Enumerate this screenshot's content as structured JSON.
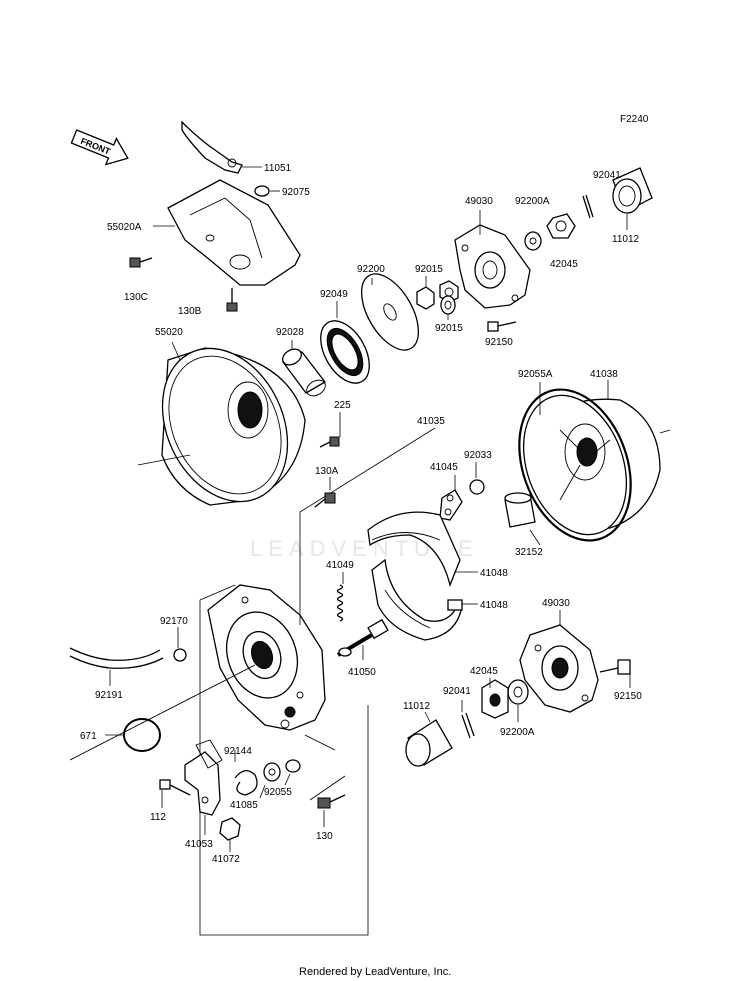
{
  "figure_code": "F2240",
  "front_label": "FRONT",
  "watermark": "LEADVENTURE",
  "footer": "Rendered by LeadVenture, Inc.",
  "labels": {
    "p11051": "11051",
    "p92075": "92075",
    "p55020A": "55020A",
    "p130C": "130C",
    "p130B": "130B",
    "p92041_top": "92041",
    "p49030_top": "49030",
    "p92200A_top": "92200A",
    "p11012_top": "11012",
    "p42045_top": "42045",
    "p92200": "92200",
    "p92015_a": "92015",
    "p92049": "92049",
    "p92015_b": "92015",
    "p92150_top": "92150",
    "p55020": "55020",
    "p92028": "92028",
    "p92055A": "92055A",
    "p41038": "41038",
    "p225": "225",
    "p41035": "41035",
    "p92033": "92033",
    "p41045": "41045",
    "p130A": "130A",
    "p32152": "32152",
    "p41049": "41049",
    "p41048_a": "41048",
    "p41048_b": "41048",
    "p49030_bot": "49030",
    "p92170": "92170",
    "p41050": "41050",
    "p42045_bot": "42045",
    "p92150_bot": "92150",
    "p92191": "92191",
    "p92041_bot": "92041",
    "p11012_bot": "11012",
    "p92200A_bot": "92200A",
    "p671": "671",
    "p92144": "92144",
    "p112": "112",
    "p41085": "41085",
    "p92055": "92055",
    "p41053": "41053",
    "p130": "130",
    "p41072": "41072"
  }
}
